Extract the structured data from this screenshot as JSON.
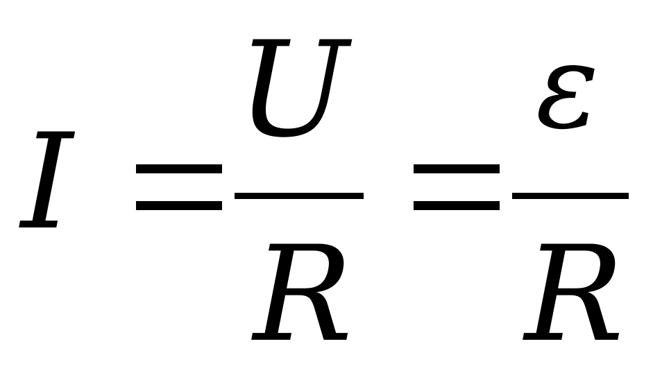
{
  "equation": {
    "lhs": "I",
    "equals_1": "=",
    "fraction_1": {
      "numerator": "U",
      "denominator": "R"
    },
    "equals_2": "=",
    "fraction_2": {
      "numerator": "ε",
      "denominator": "R"
    }
  }
}
